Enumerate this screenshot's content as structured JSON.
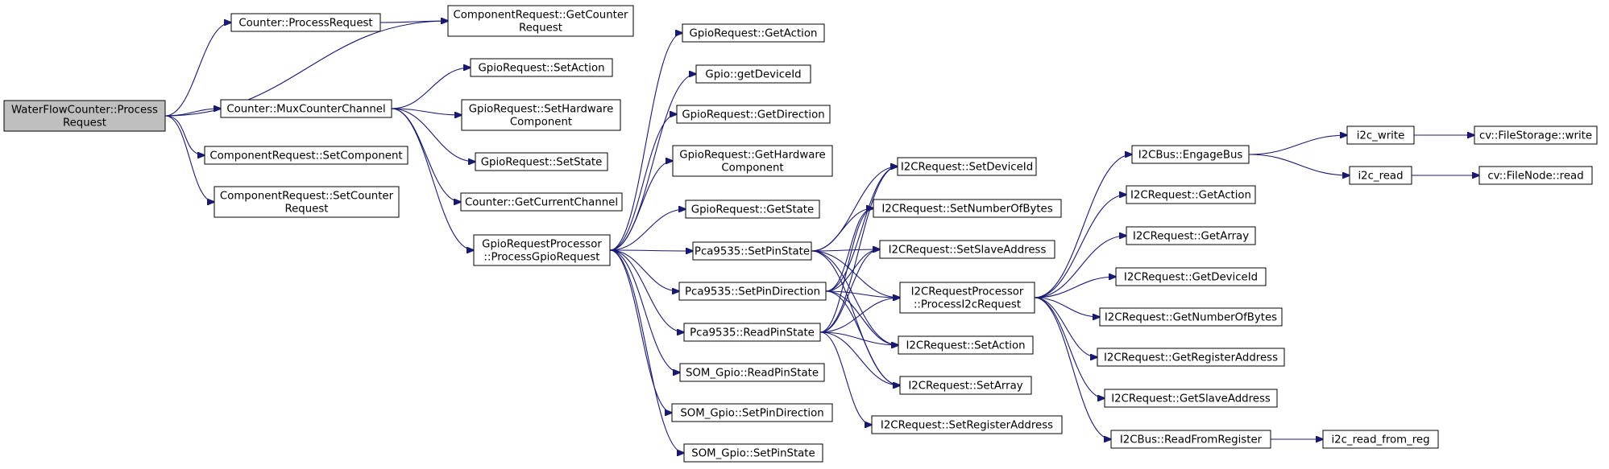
{
  "graph": {
    "type": "call-graph",
    "edge_color": "#191970",
    "root_fill": "#bfbfbf",
    "node_fill": "#ffffff",
    "nodes": [
      {
        "id": "wfc",
        "lines": [
          "WaterFlowCounter::Process",
          "Request"
        ],
        "root": true
      },
      {
        "id": "c_pr",
        "lines": [
          "Counter::ProcessRequest"
        ]
      },
      {
        "id": "cr_gcr",
        "lines": [
          "ComponentRequest::GetCounter",
          "Request"
        ]
      },
      {
        "id": "gr_sa",
        "lines": [
          "GpioRequest::SetAction"
        ]
      },
      {
        "id": "c_mcc",
        "lines": [
          "Counter::MuxCounterChannel"
        ]
      },
      {
        "id": "gr_shc",
        "lines": [
          "GpioRequest::SetHardware",
          "Component"
        ]
      },
      {
        "id": "cr_sc",
        "lines": [
          "ComponentRequest::SetComponent"
        ]
      },
      {
        "id": "gr_ss",
        "lines": [
          "GpioRequest::SetState"
        ]
      },
      {
        "id": "cr_scr",
        "lines": [
          "ComponentRequest::SetCounter",
          "Request"
        ]
      },
      {
        "id": "c_gcc",
        "lines": [
          "Counter::GetCurrentChannel"
        ]
      },
      {
        "id": "grp",
        "lines": [
          "GpioRequestProcessor",
          "::ProcessGpioRequest"
        ]
      },
      {
        "id": "gr_ga",
        "lines": [
          "GpioRequest::GetAction"
        ]
      },
      {
        "id": "g_gdi",
        "lines": [
          "Gpio::getDeviceId"
        ]
      },
      {
        "id": "gr_gd",
        "lines": [
          "GpioRequest::GetDirection"
        ]
      },
      {
        "id": "gr_ghc",
        "lines": [
          "GpioRequest::GetHardware",
          "Component"
        ]
      },
      {
        "id": "gr_gs",
        "lines": [
          "GpioRequest::GetState"
        ]
      },
      {
        "id": "p_sps",
        "lines": [
          "Pca9535::SetPinState"
        ]
      },
      {
        "id": "p_spd",
        "lines": [
          "Pca9535::SetPinDirection"
        ]
      },
      {
        "id": "p_rps",
        "lines": [
          "Pca9535::ReadPinState"
        ]
      },
      {
        "id": "sg_rps",
        "lines": [
          "SOM_Gpio::ReadPinState"
        ]
      },
      {
        "id": "sg_spd",
        "lines": [
          "SOM_Gpio::SetPinDirection"
        ]
      },
      {
        "id": "sg_sps",
        "lines": [
          "SOM_Gpio::SetPinState"
        ]
      },
      {
        "id": "i_sdi",
        "lines": [
          "I2CRequest::SetDeviceId"
        ]
      },
      {
        "id": "i_snob",
        "lines": [
          "I2CRequest::SetNumberOfBytes"
        ]
      },
      {
        "id": "i_ssa",
        "lines": [
          "I2CRequest::SetSlaveAddress"
        ]
      },
      {
        "id": "irp",
        "lines": [
          "I2CRequestProcessor",
          "::ProcessI2cRequest"
        ]
      },
      {
        "id": "i_sa",
        "lines": [
          "I2CRequest::SetAction"
        ]
      },
      {
        "id": "i_sarr",
        "lines": [
          "I2CRequest::SetArray"
        ]
      },
      {
        "id": "i_sra",
        "lines": [
          "I2CRequest::SetRegisterAddress"
        ]
      },
      {
        "id": "ib_eb",
        "lines": [
          "I2CBus::EngageBus"
        ]
      },
      {
        "id": "i_ga",
        "lines": [
          "I2CRequest::GetAction"
        ]
      },
      {
        "id": "i_garr",
        "lines": [
          "I2CRequest::GetArray"
        ]
      },
      {
        "id": "i_gdi",
        "lines": [
          "I2CRequest::GetDeviceId"
        ]
      },
      {
        "id": "i_gnob",
        "lines": [
          "I2CRequest::GetNumberOfBytes"
        ]
      },
      {
        "id": "i_gra",
        "lines": [
          "I2CRequest::GetRegisterAddress"
        ]
      },
      {
        "id": "i_gsa",
        "lines": [
          "I2CRequest::GetSlaveAddress"
        ]
      },
      {
        "id": "ib_rfr",
        "lines": [
          "I2CBus::ReadFromRegister"
        ]
      },
      {
        "id": "i2c_w",
        "lines": [
          "i2c_write"
        ]
      },
      {
        "id": "i2c_r",
        "lines": [
          "i2c_read"
        ]
      },
      {
        "id": "i2c_rfr",
        "lines": [
          "i2c_read_from_reg"
        ]
      },
      {
        "id": "cv_fsw",
        "lines": [
          "cv::FileStorage::write"
        ]
      },
      {
        "id": "cv_fnr",
        "lines": [
          "cv::FileNode::read"
        ]
      }
    ],
    "edges": [
      [
        "wfc",
        "c_pr"
      ],
      [
        "wfc",
        "cr_gcr"
      ],
      [
        "wfc",
        "c_mcc"
      ],
      [
        "wfc",
        "cr_sc"
      ],
      [
        "wfc",
        "cr_scr"
      ],
      [
        "c_pr",
        "cr_gcr"
      ],
      [
        "c_mcc",
        "gr_sa"
      ],
      [
        "c_mcc",
        "gr_shc"
      ],
      [
        "c_mcc",
        "gr_ss"
      ],
      [
        "c_mcc",
        "c_gcc"
      ],
      [
        "c_mcc",
        "grp"
      ],
      [
        "grp",
        "gr_ga"
      ],
      [
        "grp",
        "g_gdi"
      ],
      [
        "grp",
        "gr_gd"
      ],
      [
        "grp",
        "gr_ghc"
      ],
      [
        "grp",
        "gr_gs"
      ],
      [
        "grp",
        "p_sps"
      ],
      [
        "grp",
        "p_spd"
      ],
      [
        "grp",
        "p_rps"
      ],
      [
        "grp",
        "sg_rps"
      ],
      [
        "grp",
        "sg_spd"
      ],
      [
        "grp",
        "sg_sps"
      ],
      [
        "p_sps",
        "i_sdi"
      ],
      [
        "p_sps",
        "i_snob"
      ],
      [
        "p_sps",
        "i_ssa"
      ],
      [
        "p_sps",
        "irp"
      ],
      [
        "p_sps",
        "i_sa"
      ],
      [
        "p_sps",
        "i_sarr"
      ],
      [
        "p_spd",
        "i_sdi"
      ],
      [
        "p_spd",
        "i_snob"
      ],
      [
        "p_spd",
        "i_ssa"
      ],
      [
        "p_spd",
        "irp"
      ],
      [
        "p_spd",
        "i_sa"
      ],
      [
        "p_spd",
        "i_sarr"
      ],
      [
        "p_rps",
        "i_sdi"
      ],
      [
        "p_rps",
        "i_snob"
      ],
      [
        "p_rps",
        "i_ssa"
      ],
      [
        "p_rps",
        "irp"
      ],
      [
        "p_rps",
        "i_sa"
      ],
      [
        "p_rps",
        "i_sarr"
      ],
      [
        "p_rps",
        "i_sra"
      ],
      [
        "irp",
        "ib_eb"
      ],
      [
        "irp",
        "i_ga"
      ],
      [
        "irp",
        "i_garr"
      ],
      [
        "irp",
        "i_gdi"
      ],
      [
        "irp",
        "i_gnob"
      ],
      [
        "irp",
        "i_gra"
      ],
      [
        "irp",
        "i_gsa"
      ],
      [
        "irp",
        "ib_rfr"
      ],
      [
        "ib_eb",
        "i2c_w"
      ],
      [
        "ib_eb",
        "i2c_r"
      ],
      [
        "i2c_w",
        "cv_fsw"
      ],
      [
        "i2c_r",
        "cv_fnr"
      ],
      [
        "ib_rfr",
        "i2c_rfr"
      ]
    ]
  }
}
